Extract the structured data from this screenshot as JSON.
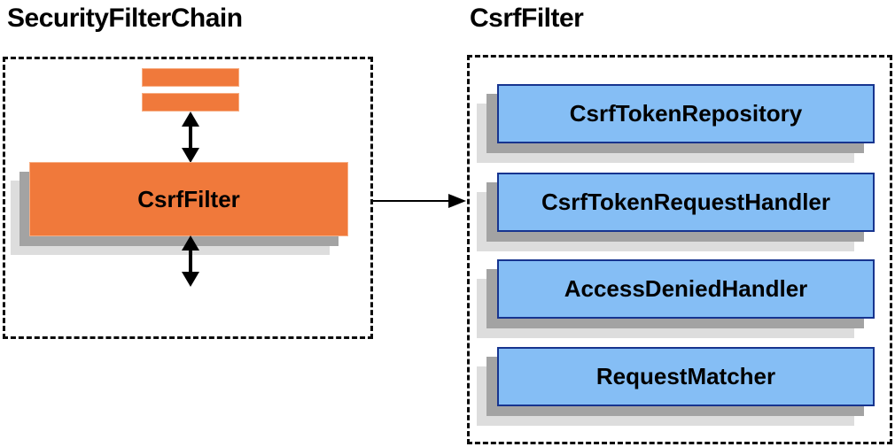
{
  "colors": {
    "orange_fill": "#F0793B",
    "orange_border": "#F7AE84",
    "blue_fill": "#85BEF5",
    "blue_border": "#17348F",
    "shadow_dark": "#A3A3A3",
    "shadow_light": "#DDDDDD",
    "line_color": "#000000",
    "background": "#FFFFFF"
  },
  "left_panel": {
    "title": "SecurityFilterChain",
    "csrf_filter_label": "CsrfFilter"
  },
  "right_panel": {
    "title": "CsrfFilter",
    "components": [
      {
        "label": "CsrfTokenRepository"
      },
      {
        "label": "CsrfTokenRequestHandler"
      },
      {
        "label": "AccessDeniedHandler"
      },
      {
        "label": "RequestMatcher"
      }
    ]
  }
}
